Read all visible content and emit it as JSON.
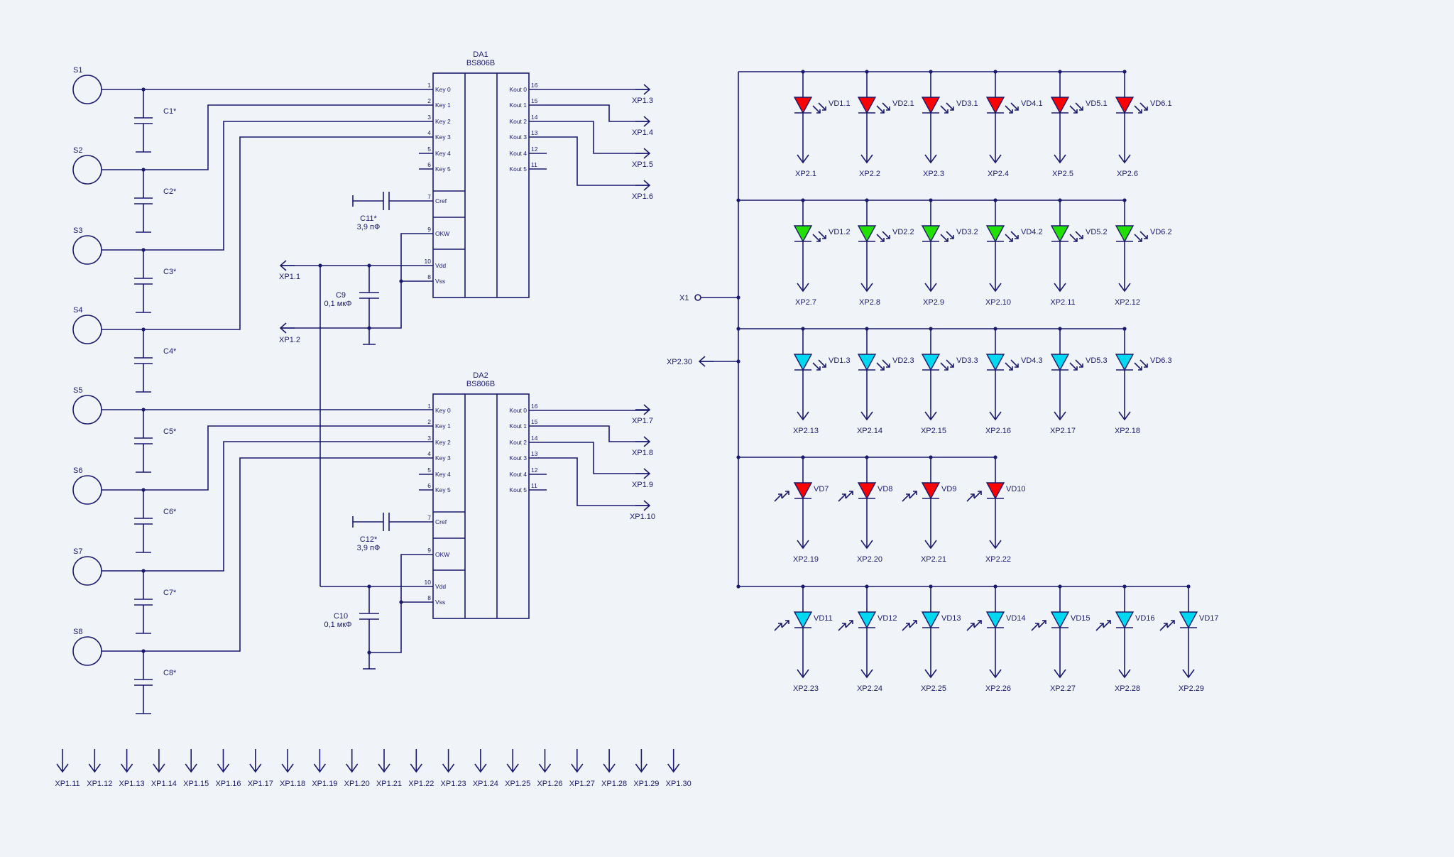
{
  "sensors": [
    "S1",
    "S2",
    "S3",
    "S4",
    "S5",
    "S6",
    "S7",
    "S8"
  ],
  "sensor_caps": [
    "C1*",
    "C2*",
    "C3*",
    "C4*",
    "C5*",
    "C6*",
    "C7*",
    "C8*"
  ],
  "chips": [
    {
      "name": "DA1",
      "part": "BS806B",
      "left_pins": [
        {
          "num": "1",
          "label": "Key 0"
        },
        {
          "num": "2",
          "label": "Key 1"
        },
        {
          "num": "3",
          "label": "Key 2"
        },
        {
          "num": "4",
          "label": "Key 3"
        },
        {
          "num": "5",
          "label": "Key 4"
        },
        {
          "num": "6",
          "label": "Key 5"
        },
        {
          "num": "7",
          "label": "Cref"
        },
        {
          "num": "9",
          "label": "OKW"
        },
        {
          "num": "10",
          "label": "Vdd"
        },
        {
          "num": "8",
          "label": "Vss"
        }
      ],
      "right_pins": [
        {
          "num": "16",
          "label": "Kout 0"
        },
        {
          "num": "15",
          "label": "Kout 1"
        },
        {
          "num": "14",
          "label": "Kout 2"
        },
        {
          "num": "13",
          "label": "Kout 3"
        },
        {
          "num": "12",
          "label": "Kout 4"
        },
        {
          "num": "11",
          "label": "Kout 5"
        }
      ],
      "outputs": [
        "XP1.3",
        "XP1.4",
        "XP1.5",
        "XP1.6"
      ],
      "cref_cap": {
        "name": "C11*",
        "value": "3,9 пФ"
      },
      "supply_cap": {
        "name": "C9",
        "value": "0,1 мкФ"
      },
      "supply_labels": [
        "XP1.1",
        "XP1.2"
      ]
    },
    {
      "name": "DA2",
      "part": "BS806B",
      "left_pins": [
        {
          "num": "1",
          "label": "Key 0"
        },
        {
          "num": "2",
          "label": "Key 1"
        },
        {
          "num": "3",
          "label": "Key 2"
        },
        {
          "num": "4",
          "label": "Key 3"
        },
        {
          "num": "5",
          "label": "Key 4"
        },
        {
          "num": "6",
          "label": "Key 5"
        },
        {
          "num": "7",
          "label": "Cref"
        },
        {
          "num": "9",
          "label": "OKW"
        },
        {
          "num": "10",
          "label": "Vdd"
        },
        {
          "num": "8",
          "label": "Vss"
        }
      ],
      "right_pins": [
        {
          "num": "16",
          "label": "Kout 0"
        },
        {
          "num": "15",
          "label": "Kout 1"
        },
        {
          "num": "14",
          "label": "Kout 2"
        },
        {
          "num": "13",
          "label": "Kout 3"
        },
        {
          "num": "12",
          "label": "Kout 4"
        },
        {
          "num": "11",
          "label": "Kout 5"
        }
      ],
      "outputs": [
        "XP1.7",
        "XP1.8",
        "XP1.9",
        "XP1.10"
      ],
      "cref_cap": {
        "name": "C12*",
        "value": "3,9 пФ"
      },
      "supply_cap": {
        "name": "C10",
        "value": "0,1 мкФ"
      },
      "supply_labels": []
    }
  ],
  "bottom_pins": [
    "XP1.11",
    "XP1.12",
    "XP1.13",
    "XP1.14",
    "XP1.15",
    "XP1.16",
    "XP1.17",
    "XP1.18",
    "XP1.19",
    "XP1.20",
    "XP1.21",
    "XP1.22",
    "XP1.23",
    "XP1.24",
    "XP1.25",
    "XP1.26",
    "XP1.27",
    "XP1.28",
    "XP1.29",
    "XP1.30"
  ],
  "led_input": "X1",
  "led_bus_out": "XP2.30",
  "led_rows": [
    {
      "color": "#ff0000",
      "arrows": "out",
      "labels": [
        "VD1.1",
        "VD2.1",
        "VD3.1",
        "VD4.1",
        "VD5.1",
        "VD6.1"
      ],
      "pins": [
        "XP2.1",
        "XP2.2",
        "XP2.3",
        "XP2.4",
        "XP2.5",
        "XP2.6"
      ]
    },
    {
      "color": "#22e000",
      "arrows": "out",
      "labels": [
        "VD1.2",
        "VD2.2",
        "VD3.2",
        "VD4.2",
        "VD5.2",
        "VD6.2"
      ],
      "pins": [
        "XP2.7",
        "XP2.8",
        "XP2.9",
        "XP2.10",
        "XP2.11",
        "XP2.12"
      ]
    },
    {
      "color": "#00d8f0",
      "arrows": "out",
      "labels": [
        "VD1.3",
        "VD2.3",
        "VD3.3",
        "VD4.3",
        "VD5.3",
        "VD6.3"
      ],
      "pins": [
        "XP2.13",
        "XP2.14",
        "XP2.15",
        "XP2.16",
        "XP2.17",
        "XP2.18"
      ]
    },
    {
      "color": "#ff0000",
      "arrows": "in",
      "labels": [
        "VD7",
        "VD8",
        "VD9",
        "VD10"
      ],
      "pins": [
        "XP2.19",
        "XP2.20",
        "XP2.21",
        "XP2.22"
      ]
    },
    {
      "color": "#00d8f0",
      "arrows": "in",
      "labels": [
        "VD11",
        "VD12",
        "VD13",
        "VD14",
        "VD15",
        "VD16",
        "VD17"
      ],
      "pins": [
        "XP2.23",
        "XP2.24",
        "XP2.25",
        "XP2.26",
        "XP2.27",
        "XP2.28",
        "XP2.29"
      ]
    }
  ]
}
